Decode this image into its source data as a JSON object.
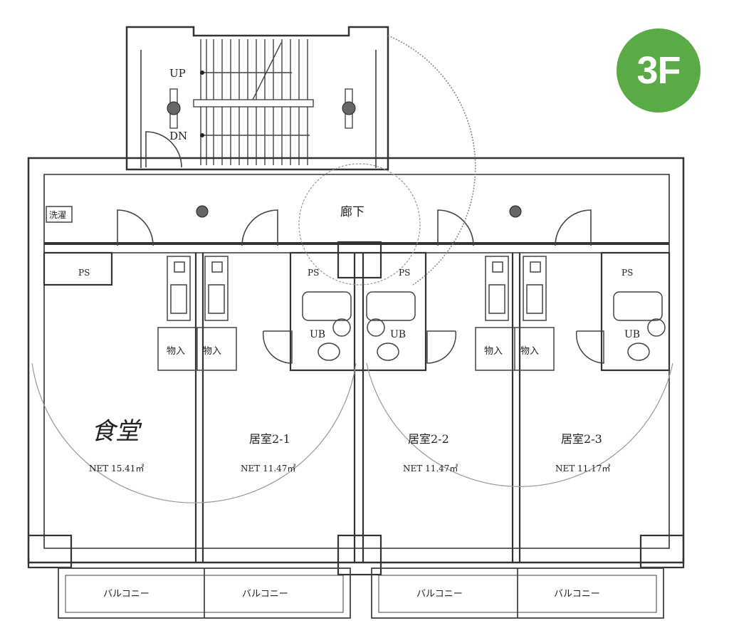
{
  "badge": {
    "text": "3F",
    "color": "#5aaa46"
  },
  "stair": {
    "up_label": "UP",
    "down_label": "DN"
  },
  "corridor": {
    "label": "廊下"
  },
  "washer": {
    "label": "洗濯"
  },
  "ps_label": "PS",
  "ub_label": "UB",
  "storage_label": "物入",
  "balcony_label": "バルコニー",
  "rooms": [
    {
      "name": "食堂",
      "area": "NET 15.41㎡"
    },
    {
      "name": "居室2-1",
      "area": "NET 11.47㎡"
    },
    {
      "name": "居室2-2",
      "area": "NET 11.47㎡"
    },
    {
      "name": "居室2-3",
      "area": "NET 11.17㎡"
    }
  ]
}
